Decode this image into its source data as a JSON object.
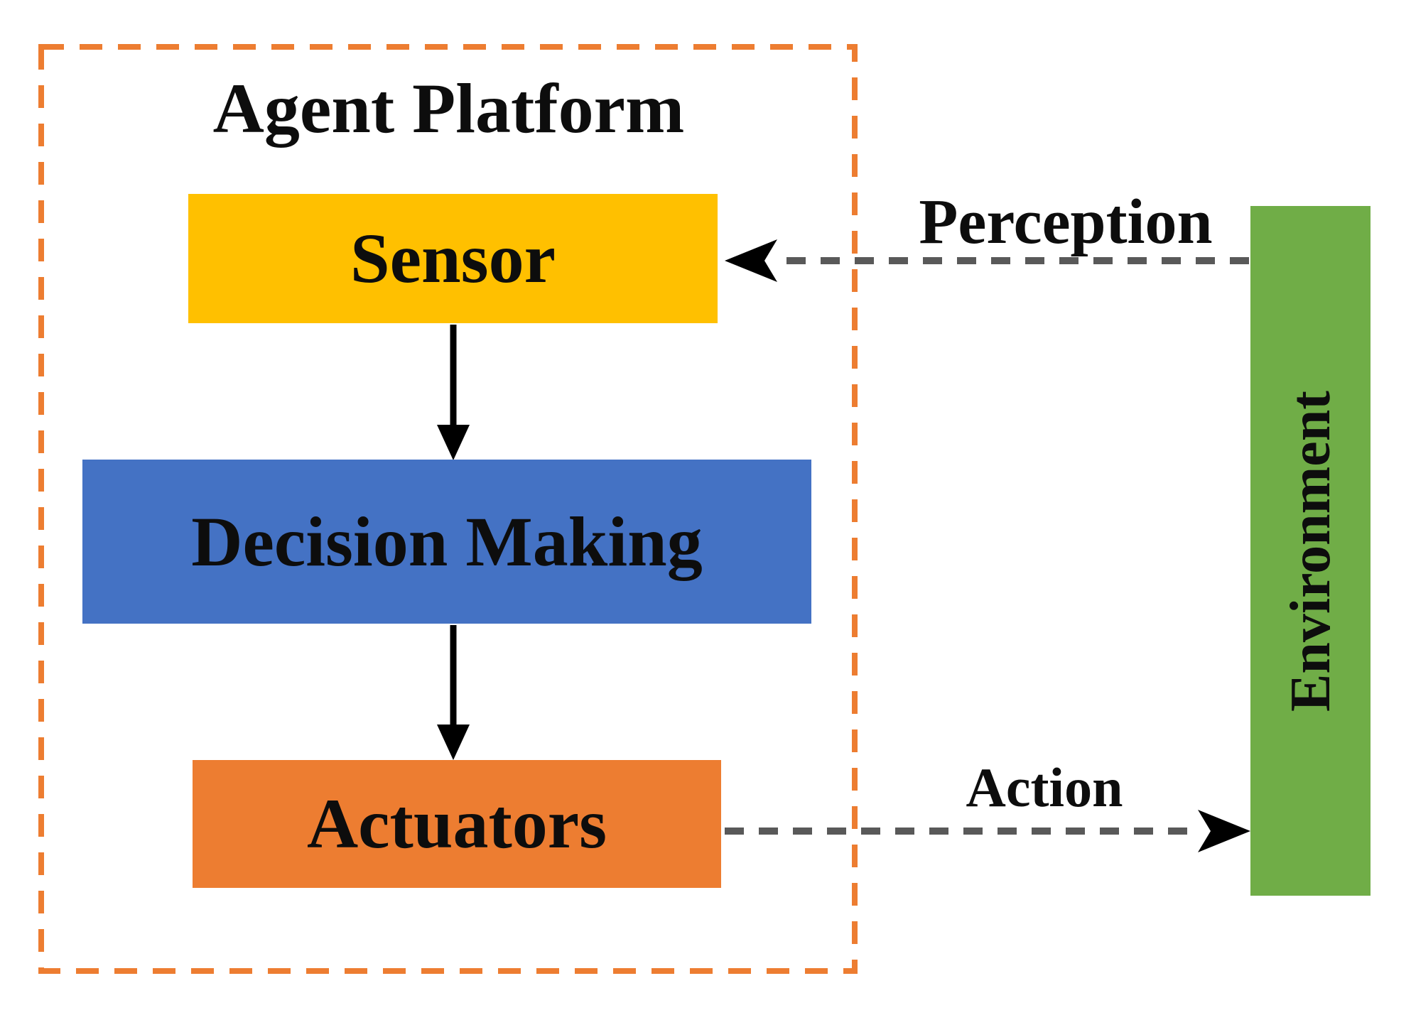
{
  "diagram": {
    "title": "Agent Platform",
    "boxes": {
      "sensor": {
        "label": "Sensor",
        "color": "#FFC000"
      },
      "decision": {
        "label": "Decision Making",
        "color": "#4472C4"
      },
      "actuators": {
        "label": "Actuators",
        "color": "#ED7D31"
      },
      "environment": {
        "label": "Environment",
        "color": "#70AD47"
      }
    },
    "edges": {
      "sensor_to_decision": {
        "label": "",
        "style": "solid-black-arrow"
      },
      "decision_to_actuators": {
        "label": "",
        "style": "solid-black-arrow"
      },
      "perception": {
        "label": "Perception",
        "style": "dashed-gray-arrow",
        "from": "Environment",
        "to": "Sensor"
      },
      "action": {
        "label": "Action",
        "style": "dashed-gray-arrow",
        "from": "Actuators",
        "to": "Environment"
      }
    },
    "colors": {
      "platform_border": "#ED7D31",
      "solid_arrow": "#000000",
      "dashed_arrow": "#595959",
      "text": "#0d0d0d",
      "background": "#FFFFFF"
    }
  }
}
